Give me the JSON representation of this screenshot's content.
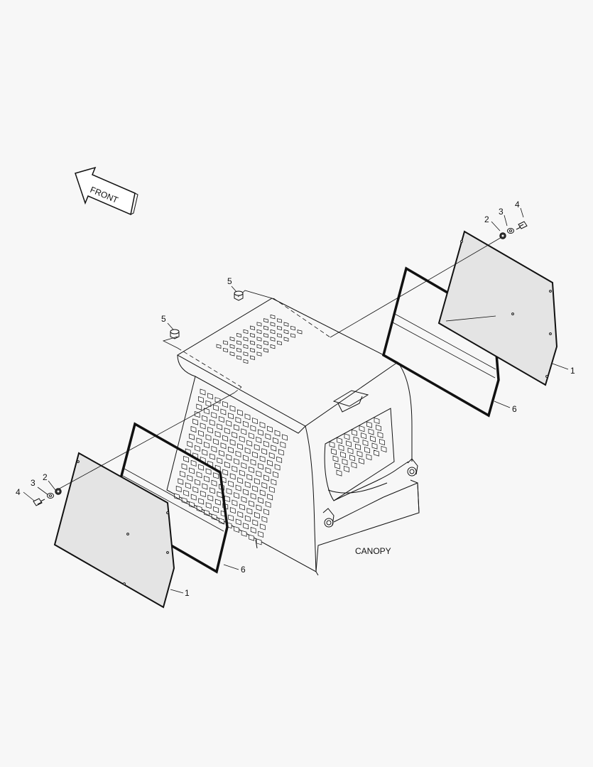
{
  "orientation": {
    "arrow_text": "FRONT"
  },
  "assembly": {
    "name": "CANOPY"
  },
  "callouts": {
    "window_right": "1",
    "window_left": "1",
    "nut_right": "2",
    "nut_left": "2",
    "washer_right": "3",
    "washer_left": "3",
    "bolt_right": "4",
    "bolt_left": "4",
    "fastener_top_right": "5",
    "fastener_top_left": "5",
    "seal_right": "6",
    "seal_left": "6"
  }
}
